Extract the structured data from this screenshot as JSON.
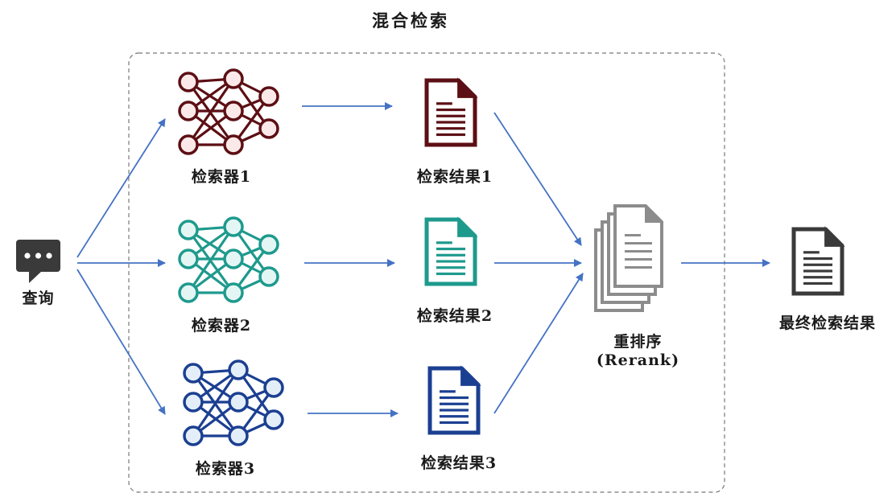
{
  "title": "混合检索",
  "query": {
    "label": "查询",
    "icon": "speech-bubble-icon"
  },
  "retrievers": [
    {
      "label": "检索器1",
      "color": "#5c0f14",
      "fill": "#fbe9e9"
    },
    {
      "label": "检索器2",
      "color": "#1e9a8d",
      "fill": "#e4f6f4"
    },
    {
      "label": "检索器3",
      "color": "#1b3f91",
      "fill": "#e3eef9"
    }
  ],
  "results": [
    {
      "label": "检索结果1",
      "color": "#5c0f14",
      "icon": "document-icon"
    },
    {
      "label": "检索结果2",
      "color": "#1e9a8d",
      "icon": "document-icon"
    },
    {
      "label": "检索结果3",
      "color": "#1b3f91",
      "icon": "document-icon"
    }
  ],
  "rerank": {
    "label": "重排序",
    "sublabel": "(Rerank)",
    "color": "#8c8c8c",
    "icon": "document-stack-icon"
  },
  "final": {
    "label": "最终检索结果",
    "color": "#3a3a3a",
    "icon": "document-icon"
  },
  "colors": {
    "arrow": "#4472c4",
    "box_border": "#777777",
    "query_icon": "#3a3a3a"
  }
}
